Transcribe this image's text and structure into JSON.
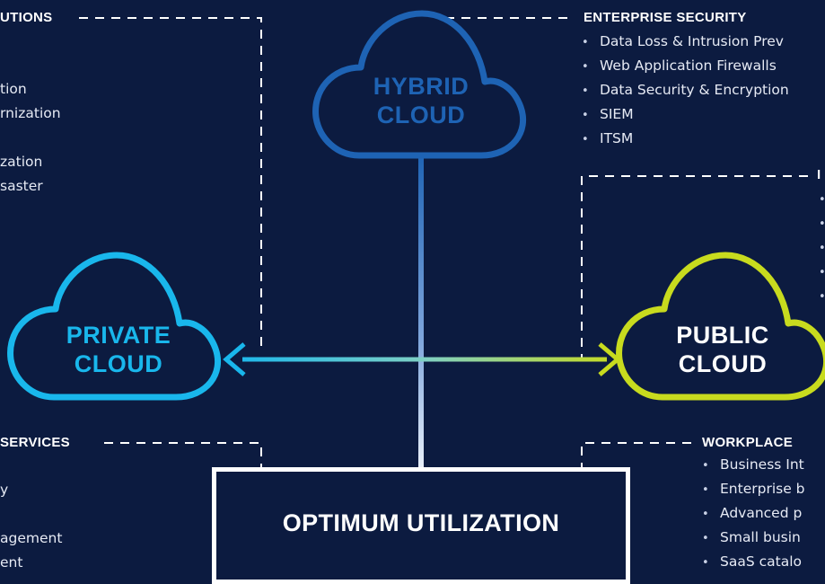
{
  "colors": {
    "background": "#0c1b40",
    "hybrid": "#1e63b4",
    "private": "#19b7ec",
    "public": "#c8db1e"
  },
  "clouds": {
    "hybrid": {
      "line1": "HYBRID",
      "line2": "CLOUD"
    },
    "private": {
      "line1": "PRIVATE",
      "line2": "CLOUD"
    },
    "public": {
      "line1": "PUBLIC",
      "line2": "CLOUD"
    }
  },
  "top_left": {
    "heading": "UTIONS",
    "items": [
      "tion",
      "rnization",
      "zation",
      "saster"
    ]
  },
  "enterprise_security": {
    "heading": "ENTERPRISE SECURITY",
    "items": [
      "Data Loss & Intrusion Prev",
      "Web Application Firewalls",
      "Data Security & Encryption",
      "SIEM",
      "ITSM"
    ]
  },
  "right_middle": {
    "heading": "I"
  },
  "bottom_left": {
    "heading": "SERVICES",
    "items": [
      "y",
      "agement",
      "ent"
    ]
  },
  "workplace": {
    "heading": "WORKPLACE",
    "items": [
      "Business Int",
      "Enterprise b",
      "Advanced p",
      "Small busin",
      "SaaS catalo"
    ]
  },
  "center": {
    "title": "OPTIMUM UTILIZATION"
  }
}
